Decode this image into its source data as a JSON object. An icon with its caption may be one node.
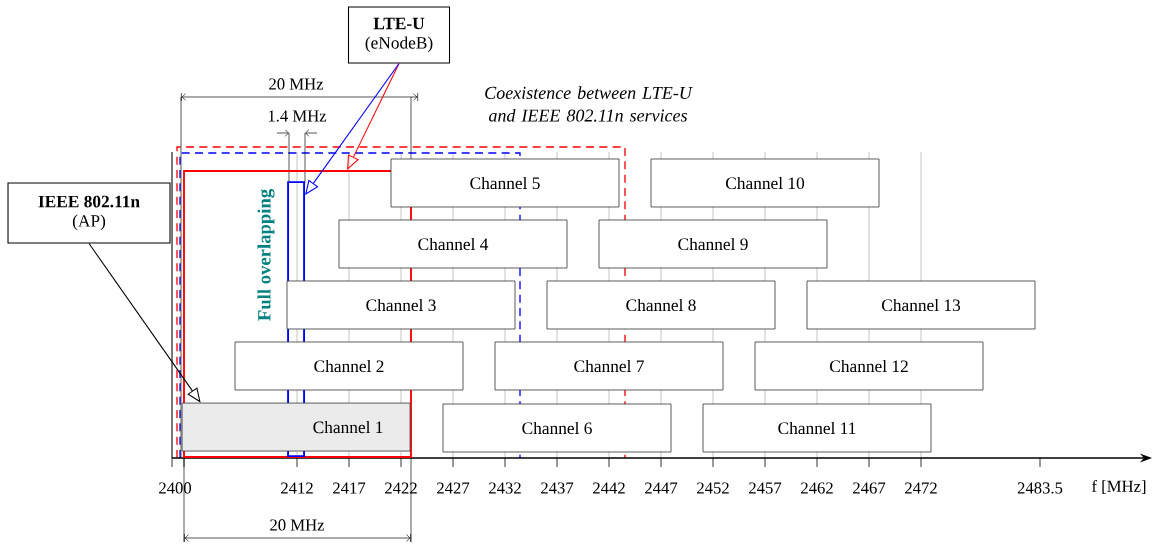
{
  "diagram": {
    "nodes": [
      {
        "text": [
          "LTE-U",
          "(eNodeB)"
        ]
      },
      {
        "text": [
          "IEEE 802.11n",
          "(AP)"
        ]
      },
      {
        "text": [],
        "shape": "box"
      },
      {
        "text": [],
        "shape": "box",
        "in": 2
      },
      {
        "text": [
          "Channel 1"
        ],
        "in": 2
      },
      {
        "text": [
          "Channel 2"
        ]
      },
      {
        "text": [
          "Channel 3"
        ]
      },
      {
        "text": [
          "Channel 4"
        ]
      },
      {
        "text": [
          "Channel 5"
        ]
      },
      {
        "text": [
          "Channel 6"
        ]
      },
      {
        "text": [
          "Channel 7"
        ]
      },
      {
        "text": [
          "Channel 8"
        ]
      },
      {
        "text": [
          "Channel 9"
        ]
      },
      {
        "text": [
          "Channel 10"
        ]
      },
      {
        "text": [
          "Channel 11"
        ]
      },
      {
        "text": [
          "Channel 12"
        ]
      },
      {
        "text": [
          "Channel 13"
        ]
      }
    ],
    "edges": [
      {
        "from": 0,
        "to": 2,
        "arrow": "to",
        "color": "#ff0000"
      },
      {
        "from": 0,
        "to": 3,
        "arrow": "to",
        "color": "#0000ff"
      },
      {
        "from": 1,
        "to": 4,
        "arrow": "to",
        "color": "#000000"
      }
    ],
    "labels": [
      "Coexistence between LTE-U and IEEE 802.11n services",
      "20 MHz",
      "1.4 MHz",
      "Full overlapping",
      "2400",
      "2412",
      "2417",
      "2422",
      "2427",
      "2432",
      "2437",
      "2442",
      "2447",
      "2452",
      "2457",
      "2462",
      "2467",
      "2472",
      "2483.5",
      "f [MHz]",
      "20 MHz"
    ]
  }
}
